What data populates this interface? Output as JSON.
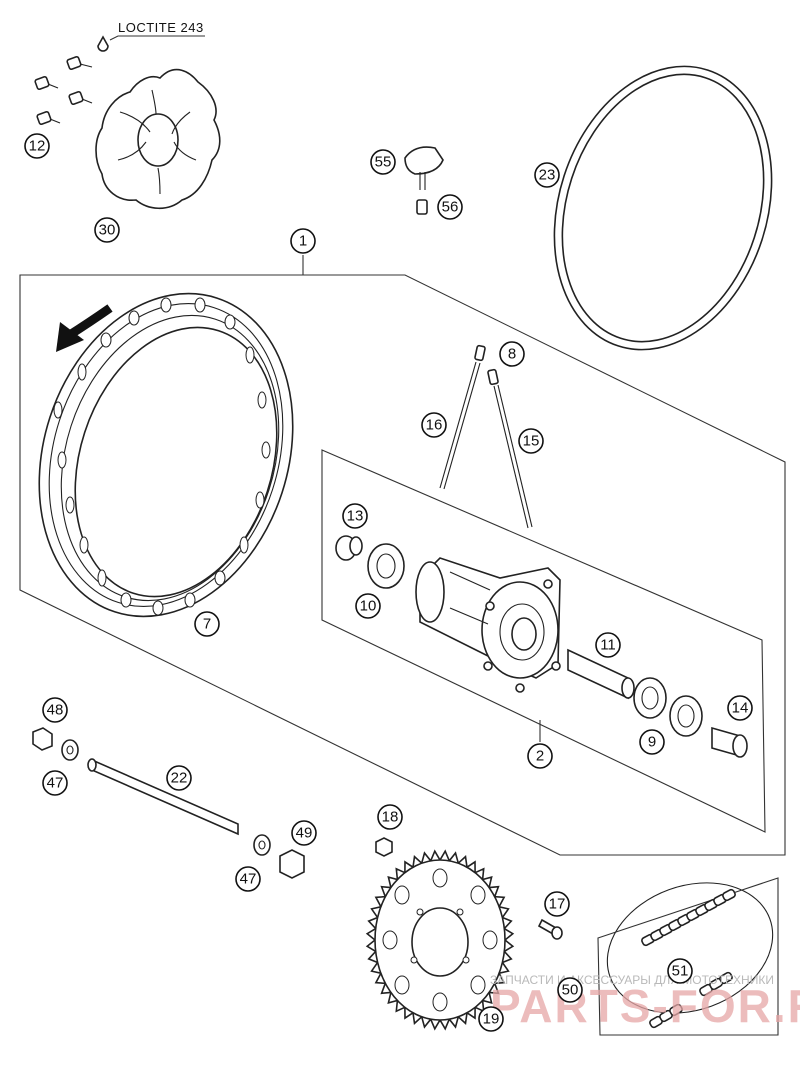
{
  "diagram": {
    "note_label": "LOCTITE 243",
    "callouts": [
      {
        "id": "c1",
        "label": "1"
      },
      {
        "id": "c2",
        "label": "2"
      },
      {
        "id": "c7",
        "label": "7"
      },
      {
        "id": "c8",
        "label": "8"
      },
      {
        "id": "c9",
        "label": "9"
      },
      {
        "id": "c10",
        "label": "10"
      },
      {
        "id": "c11",
        "label": "11"
      },
      {
        "id": "c12",
        "label": "12"
      },
      {
        "id": "c13",
        "label": "13"
      },
      {
        "id": "c14",
        "label": "14"
      },
      {
        "id": "c15",
        "label": "15"
      },
      {
        "id": "c16",
        "label": "16"
      },
      {
        "id": "c17",
        "label": "17"
      },
      {
        "id": "c18",
        "label": "18"
      },
      {
        "id": "c19",
        "label": "19"
      },
      {
        "id": "c22",
        "label": "22"
      },
      {
        "id": "c23",
        "label": "23"
      },
      {
        "id": "c30",
        "label": "30"
      },
      {
        "id": "c47a",
        "label": "47"
      },
      {
        "id": "c47b",
        "label": "47"
      },
      {
        "id": "c48",
        "label": "48"
      },
      {
        "id": "c49",
        "label": "49"
      },
      {
        "id": "c50",
        "label": "50"
      },
      {
        "id": "c51",
        "label": "51"
      },
      {
        "id": "c55",
        "label": "55"
      },
      {
        "id": "c56",
        "label": "56"
      }
    ]
  },
  "watermark": {
    "small_text": "ЗАПЧАСТИ И АКСЕССУАРЫ ДЛЯ МОТОТЕХНИКИ",
    "big_text": "PARTS-FOR.RU"
  }
}
